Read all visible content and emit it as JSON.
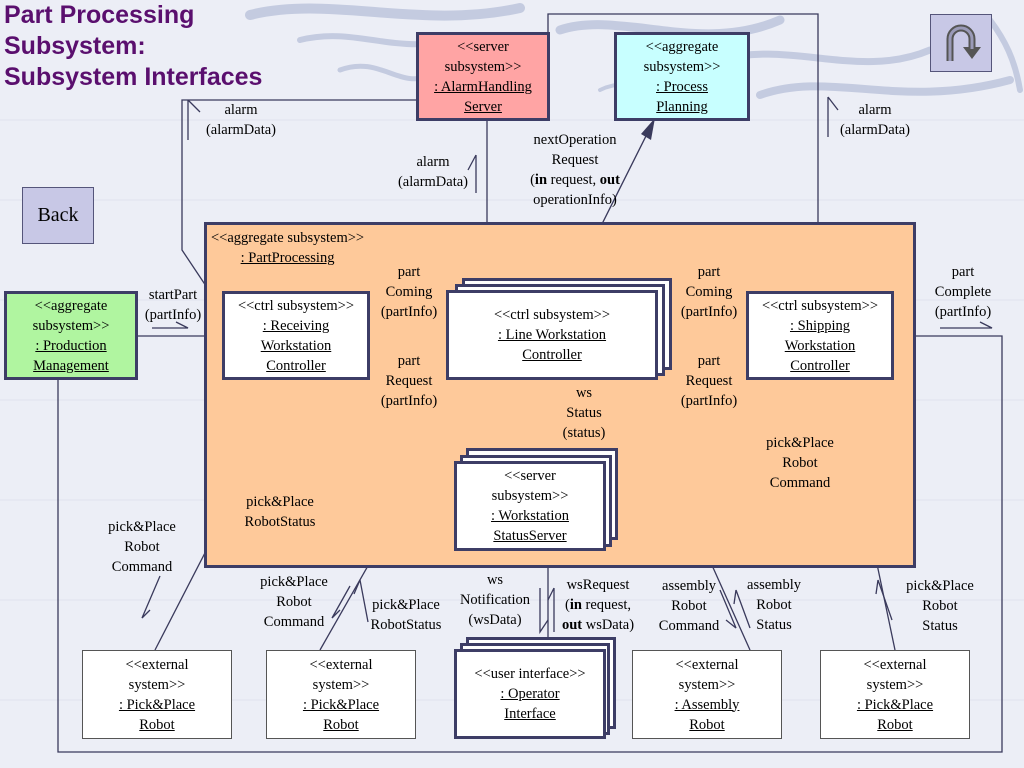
{
  "title": {
    "line1": "Part Processing",
    "line2": "Subsystem:",
    "line3": "Subsystem Interfaces"
  },
  "back_label": "Back",
  "home_icon": "u-turn-icon",
  "colors": {
    "part_processing_fill": "#fec99a",
    "alarm_fill": "#ffa4a4",
    "process_planning_fill": "#c8ffff",
    "production_fill": "#b0f5a0"
  },
  "boxes": {
    "alarm": {
      "l1": "<<server",
      "l2": "subsystem>>",
      "l3": ": AlarmHandling",
      "l4": "Server"
    },
    "planning": {
      "l1": "<<aggregate",
      "l2": "subsystem>>",
      "l3": ": Process",
      "l4": "Planning"
    },
    "partproc": {
      "l1": "<<aggregate subsystem>>",
      "l2": ": PartProcessing"
    },
    "production": {
      "l1": "<<aggregate",
      "l2": "subsystem>>",
      "l3": ": Production",
      "l4": "Management"
    },
    "receiving": {
      "l1": "<<ctrl subsystem>>",
      "l2": ": Receiving",
      "l3": "Workstation",
      "l4": "Controller"
    },
    "line": {
      "l1": "<<ctrl subsystem>>",
      "l2": ": Line Workstation",
      "l3": "Controller"
    },
    "shipping": {
      "l1": "<<ctrl subsystem>>",
      "l2": ": Shipping",
      "l3": "Workstation",
      "l4": "Controller"
    },
    "status": {
      "l1": "<<server",
      "l2": "subsystem>>",
      "l3": ": Workstation",
      "l4": "StatusServer"
    },
    "ext1": {
      "l1": "<<external",
      "l2": "system>>",
      "l3": ": Pick&Place",
      "l4": "Robot"
    },
    "ext2": {
      "l1": "<<external",
      "l2": "system>>",
      "l3": ": Pick&Place",
      "l4": "Robot"
    },
    "operator": {
      "l1": "<<user interface>>",
      "l2": ": Operator",
      "l3": "Interface"
    },
    "assembly": {
      "l1": "<<external",
      "l2": "system>>",
      "l3": ": Assembly",
      "l4": "Robot"
    },
    "ext4": {
      "l1": "<<external",
      "l2": "system>>",
      "l3": ": Pick&Place",
      "l4": "Robot"
    }
  },
  "labels": {
    "alarm_left": {
      "l1": "alarm",
      "l2": "(alarmData)"
    },
    "alarm_mid": {
      "l1": "alarm",
      "l2": "(alarmData)"
    },
    "alarm_right": {
      "l1": "alarm",
      "l2": "(alarmData)"
    },
    "next_op": {
      "l1": "nextOperation",
      "l2": "Request",
      "l3a": "in",
      "l3b": " request, ",
      "l3c": "out",
      "l4": "operationInfo)"
    },
    "start_part": {
      "l1": "startPart",
      "l2": "(partInfo)"
    },
    "coming_left": {
      "l1": "part",
      "l2": "Coming",
      "l3": "(partInfo)"
    },
    "request_left": {
      "l1": "part",
      "l2": "Request",
      "l3": "(partInfo)"
    },
    "coming_right": {
      "l1": "part",
      "l2": "Coming",
      "l3": "(partInfo)"
    },
    "request_right": {
      "l1": "part",
      "l2": "Request",
      "l3": "(partInfo)"
    },
    "part_complete": {
      "l1": "part",
      "l2": "Complete",
      "l3": "(partInfo)"
    },
    "ws_status": {
      "l1": "ws",
      "l2": "Status",
      "l3": "(status)"
    },
    "pp_cmd_right": {
      "l1": "pick&Place",
      "l2": "Robot",
      "l3": "Command"
    },
    "pp_status_inner": {
      "l1": "pick&Place",
      "l2": "RobotStatus"
    },
    "pp_cmd_left": {
      "l1": "pick&Place",
      "l2": "Robot",
      "l3": "Command"
    },
    "pp_cmd_mid": {
      "l1": "pick&Place",
      "l2": "Robot",
      "l3": "Command"
    },
    "pp_status_mid": {
      "l1": "pick&Place",
      "l2": "RobotStatus"
    },
    "ws_notify": {
      "l1": "ws",
      "l2": "Notification",
      "l3": "(wsData)"
    },
    "ws_request": {
      "l1": "wsRequest",
      "l2a": "in",
      "l2b": " request,",
      "l3a": "out",
      "l3b": " wsData)"
    },
    "asm_cmd": {
      "l1": "assembly",
      "l2": "Robot",
      "l3": "Command"
    },
    "asm_status": {
      "l1": "assembly",
      "l2": "Robot",
      "l3": "Status"
    },
    "pp_status_right": {
      "l1": "pick&Place",
      "l2": "Robot",
      "l3": "Status"
    }
  }
}
